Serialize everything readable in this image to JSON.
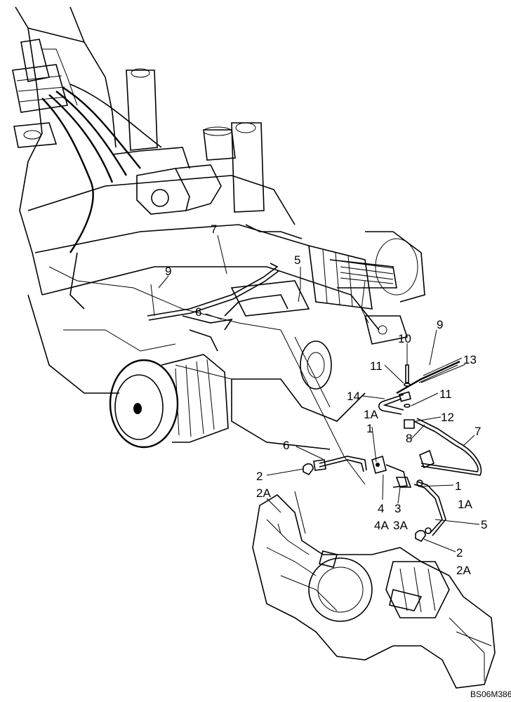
{
  "figure_ref": "BS06M386",
  "callouts": {
    "c7a": "7",
    "c5a": "5",
    "c9a": "9",
    "c6a": "6",
    "c9b": "9",
    "c10": "10",
    "c13": "13",
    "c11a": "11",
    "c14": "14",
    "c11b": "11",
    "c1Aa": "1A",
    "c12": "12",
    "c1a": "1",
    "c8": "8",
    "c7b": "7",
    "c6b": "6",
    "c2a": "2",
    "c2Aa": "2A",
    "c1b": "1",
    "c1Ab": "1A",
    "c4": "4",
    "c4A": "4A",
    "c3": "3",
    "c3A": "3A",
    "c5b": "5",
    "c2b": "2",
    "c2Ab": "2A"
  }
}
